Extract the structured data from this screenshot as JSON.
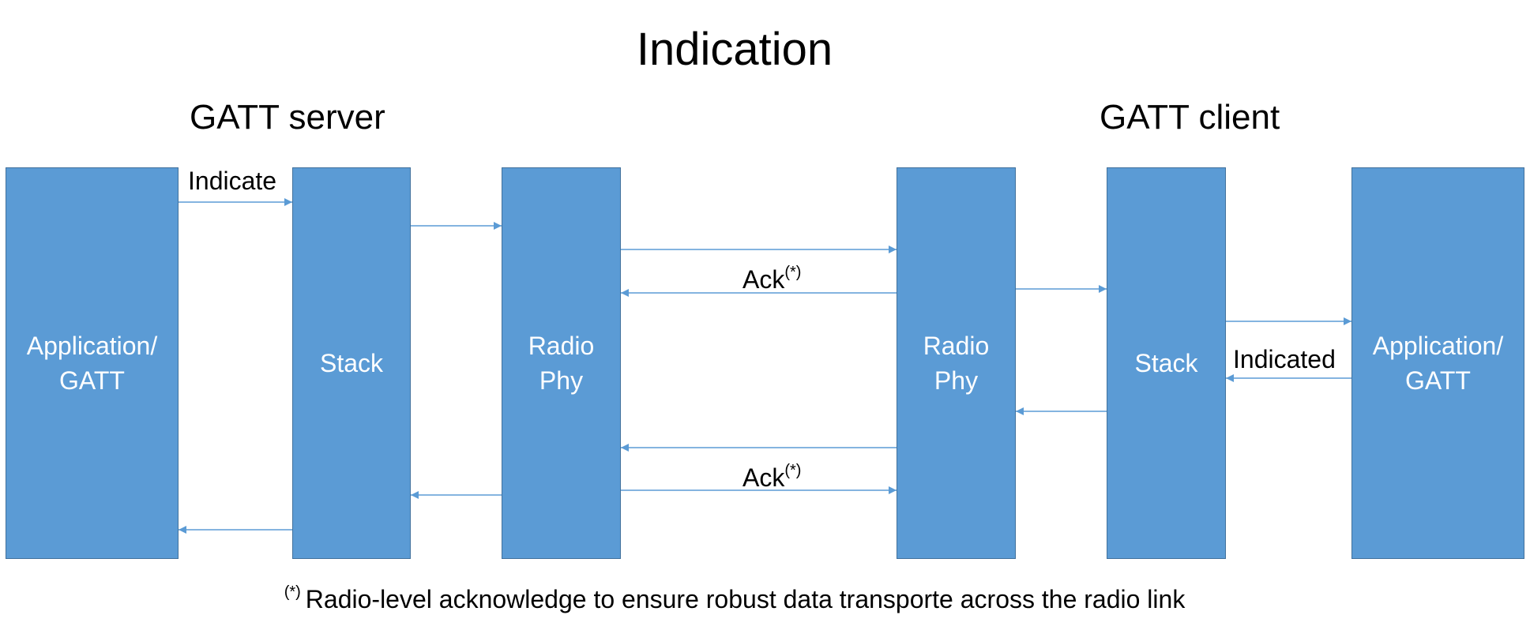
{
  "title": "Indication",
  "groups": {
    "server": "GATT server",
    "client": "GATT client"
  },
  "boxes": {
    "server_app": "Application/\nGATT",
    "server_stack": "Stack",
    "server_radio": "Radio\nPhy",
    "client_radio": "Radio\nPhy",
    "client_stack": "Stack",
    "client_app": "Application/\nGATT"
  },
  "messages": {
    "indicate": "Indicate",
    "ack_1": "Ack",
    "ack_2": "Ack",
    "indicated": "Indicated",
    "ack_marker": "(*)"
  },
  "footnote": {
    "marker": "(*)",
    "text": "Radio-level acknowledge to ensure robust data transporte across the radio link"
  },
  "colors": {
    "box_fill": "#5b9bd5",
    "box_border": "#41719c",
    "arrow": "#5b9bd5"
  }
}
